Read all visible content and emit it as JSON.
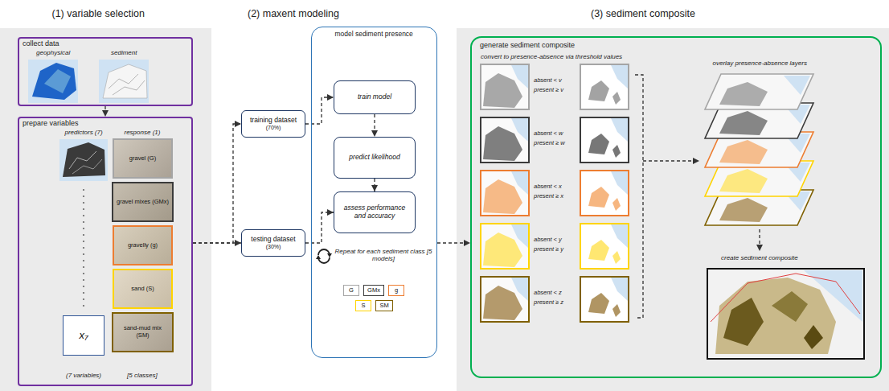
{
  "diagram": {
    "nodes": [
      {
        "text": [
          "collect data",
          "geophysical",
          "sediment"
        ]
      },
      {
        "text": [
          "prepare variables",
          "predictors (7)",
          "response (1)",
          "(7 variables)",
          "[5 classes]"
        ]
      },
      {
        "text": [
          "x₇"
        ],
        "in": 1
      },
      {
        "text": [
          "gravel (G)"
        ],
        "in": 1
      },
      {
        "text": [
          "gravel mixes (GMx)"
        ],
        "in": 1
      },
      {
        "text": [
          "gravelly (g)"
        ],
        "in": 1
      },
      {
        "text": [
          "sand (S)"
        ],
        "in": 1
      },
      {
        "text": [
          "sand-mud mix (SM)"
        ],
        "in": 1
      },
      {
        "text": [
          "training dataset",
          "(70%)"
        ]
      },
      {
        "text": [
          "testing dataset",
          "(30%)"
        ]
      },
      {
        "text": [
          "model sediment presence",
          "Repeat for each sediment class [5 models]"
        ]
      },
      {
        "text": [
          "train model"
        ],
        "in": 10
      },
      {
        "text": [
          "predict likelihood"
        ],
        "in": 10
      },
      {
        "text": [
          "assess performance and accuracy"
        ],
        "in": 10
      },
      {
        "text": [
          "G"
        ],
        "in": 10
      },
      {
        "text": [
          "GMx"
        ],
        "in": 10
      },
      {
        "text": [
          "g"
        ],
        "in": 10
      },
      {
        "text": [
          "S"
        ],
        "in": 10
      },
      {
        "text": [
          "SM"
        ],
        "in": 10
      },
      {
        "text": [
          "generate sediment composite"
        ]
      }
    ],
    "edges": [
      {
        "from": 0,
        "to": 1,
        "arrow": "to"
      },
      {
        "from": 1,
        "to": 8,
        "arrow": "to"
      },
      {
        "from": 1,
        "to": 9,
        "arrow": "to"
      },
      {
        "from": 8,
        "to": 11,
        "arrow": "to"
      },
      {
        "from": 11,
        "to": 12,
        "arrow": "to"
      },
      {
        "from": 12,
        "to": 13,
        "arrow": "to"
      },
      {
        "from": 9,
        "to": 13,
        "arrow": "to"
      },
      {
        "from": 10,
        "to": 19,
        "arrow": "to"
      }
    ],
    "labels": [
      "(1) variable selection",
      "(2) maxent modeling",
      "(3) sediment composite",
      "convert to presence-absence via threshold values",
      "absent < v",
      "present ≥ v",
      "absent < w",
      "present ≥ w",
      "absent < x",
      "present ≥ x",
      "absent < y",
      "present ≥ y",
      "absent < z",
      "present ≥ z",
      "overlay presence-absence layers",
      "create sediment composite"
    ]
  }
}
